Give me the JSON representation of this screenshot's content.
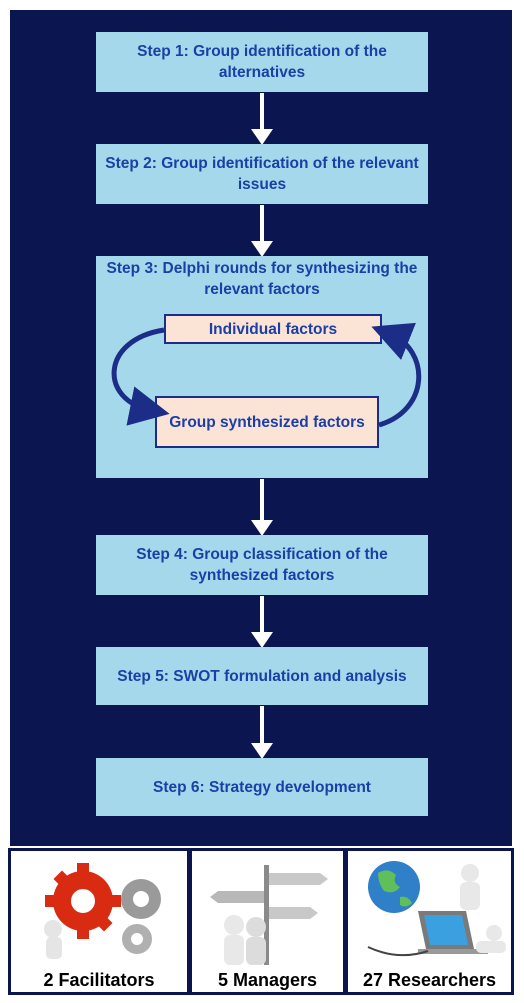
{
  "steps": {
    "step1": "Step 1: Group identification of the alternatives",
    "step2": "Step 2: Group identification of the relevant issues",
    "step3": "Step 3: Delphi rounds for synthesizing the relevant factors",
    "step4": "Step 4: Group classification of the synthesized factors",
    "step5": "Step 5: SWOT formulation and analysis",
    "step6": "Step 6: Strategy development"
  },
  "delphi_loop": {
    "individual": "Individual factors",
    "group": "Group synthesized factors"
  },
  "participants": {
    "facilitators": "2 Facilitators",
    "managers": "5 Managers",
    "researchers": "27 Researchers"
  },
  "colors": {
    "background": "#0b1550",
    "step_box": "#a6d8ec",
    "step_text": "#1b3fa6",
    "sub_box": "#fbe3d6"
  }
}
